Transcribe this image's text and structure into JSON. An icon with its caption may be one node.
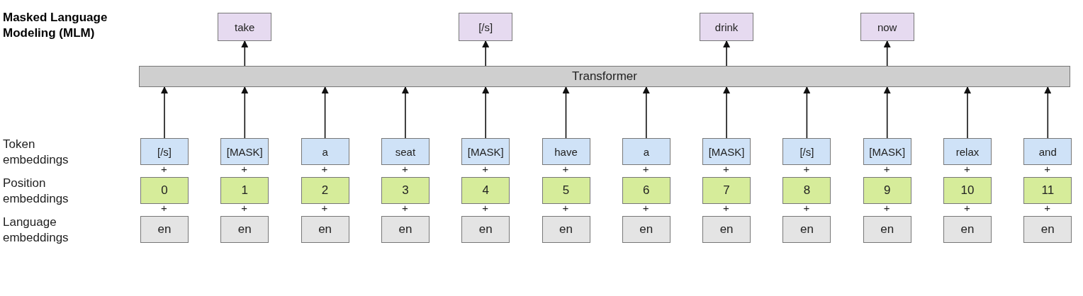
{
  "diagram": {
    "title": "Masked Language Modeling (MLM)",
    "nodes": [
      {
        "text": [
          "take"
        ]
      },
      {
        "text": [
          "[/s]"
        ]
      },
      {
        "text": [
          "drink"
        ]
      },
      {
        "text": [
          "now"
        ]
      },
      {
        "text": [
          "Transformer"
        ]
      },
      {
        "text": [
          "[/s]"
        ]
      },
      {
        "text": [
          "[MASK]"
        ]
      },
      {
        "text": [
          "a"
        ]
      },
      {
        "text": [
          "seat"
        ]
      },
      {
        "text": [
          "[MASK]"
        ]
      },
      {
        "text": [
          "have"
        ]
      },
      {
        "text": [
          "a"
        ]
      },
      {
        "text": [
          "[MASK]"
        ]
      },
      {
        "text": [
          "[/s]"
        ]
      },
      {
        "text": [
          "[MASK]"
        ]
      },
      {
        "text": [
          "relax"
        ]
      },
      {
        "text": [
          "and"
        ]
      },
      {
        "text": [
          "0"
        ]
      },
      {
        "text": [
          "1"
        ]
      },
      {
        "text": [
          "2"
        ]
      },
      {
        "text": [
          "3"
        ]
      },
      {
        "text": [
          "4"
        ]
      },
      {
        "text": [
          "5"
        ]
      },
      {
        "text": [
          "6"
        ]
      },
      {
        "text": [
          "7"
        ]
      },
      {
        "text": [
          "8"
        ]
      },
      {
        "text": [
          "9"
        ]
      },
      {
        "text": [
          "10"
        ]
      },
      {
        "text": [
          "11"
        ]
      },
      {
        "text": [
          "en"
        ]
      },
      {
        "text": [
          "en"
        ]
      },
      {
        "text": [
          "en"
        ]
      },
      {
        "text": [
          "en"
        ]
      },
      {
        "text": [
          "en"
        ]
      },
      {
        "text": [
          "en"
        ]
      },
      {
        "text": [
          "en"
        ]
      },
      {
        "text": [
          "en"
        ]
      },
      {
        "text": [
          "en"
        ]
      },
      {
        "text": [
          "en"
        ]
      },
      {
        "text": [
          "en"
        ]
      },
      {
        "text": [
          "en"
        ]
      }
    ],
    "edges": [
      {
        "from": 5,
        "to": 4,
        "arrow": "to"
      },
      {
        "from": 6,
        "to": 4,
        "arrow": "to"
      },
      {
        "from": 7,
        "to": 4,
        "arrow": "to"
      },
      {
        "from": 8,
        "to": 4,
        "arrow": "to"
      },
      {
        "from": 9,
        "to": 4,
        "arrow": "to"
      },
      {
        "from": 10,
        "to": 4,
        "arrow": "to"
      },
      {
        "from": 11,
        "to": 4,
        "arrow": "to"
      },
      {
        "from": 12,
        "to": 4,
        "arrow": "to"
      },
      {
        "from": 13,
        "to": 4,
        "arrow": "to"
      },
      {
        "from": 14,
        "to": 4,
        "arrow": "to"
      },
      {
        "from": 15,
        "to": 4,
        "arrow": "to"
      },
      {
        "from": 16,
        "to": 4,
        "arrow": "to"
      },
      {
        "from": 4,
        "to": 0,
        "arrow": "to"
      },
      {
        "from": 4,
        "to": 1,
        "arrow": "to"
      },
      {
        "from": 4,
        "to": 2,
        "arrow": "to"
      },
      {
        "from": 4,
        "to": 3,
        "arrow": "to"
      }
    ],
    "labels": [
      "Token embeddings",
      "+",
      "+",
      "+",
      "+",
      "+",
      "+",
      "+",
      "+",
      "+",
      "+",
      "+",
      "+",
      "Position embeddings",
      "+",
      "+",
      "+",
      "+",
      "+",
      "+",
      "+",
      "+",
      "+",
      "+",
      "+",
      "+",
      "Language embeddings"
    ]
  }
}
